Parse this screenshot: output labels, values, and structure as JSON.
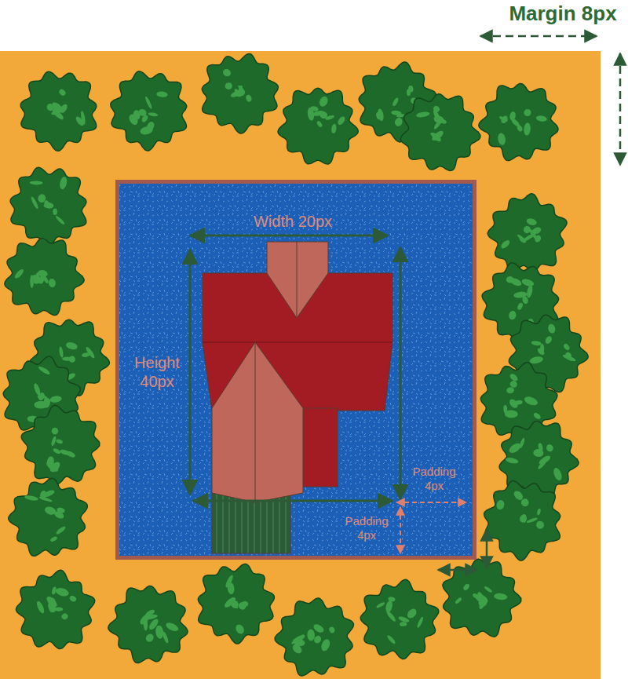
{
  "diagram": {
    "labels": [
      "Margin 8px",
      "Width 20px",
      "Height 40px",
      "Padding 4px",
      "Padding 4px"
    ]
  }
}
